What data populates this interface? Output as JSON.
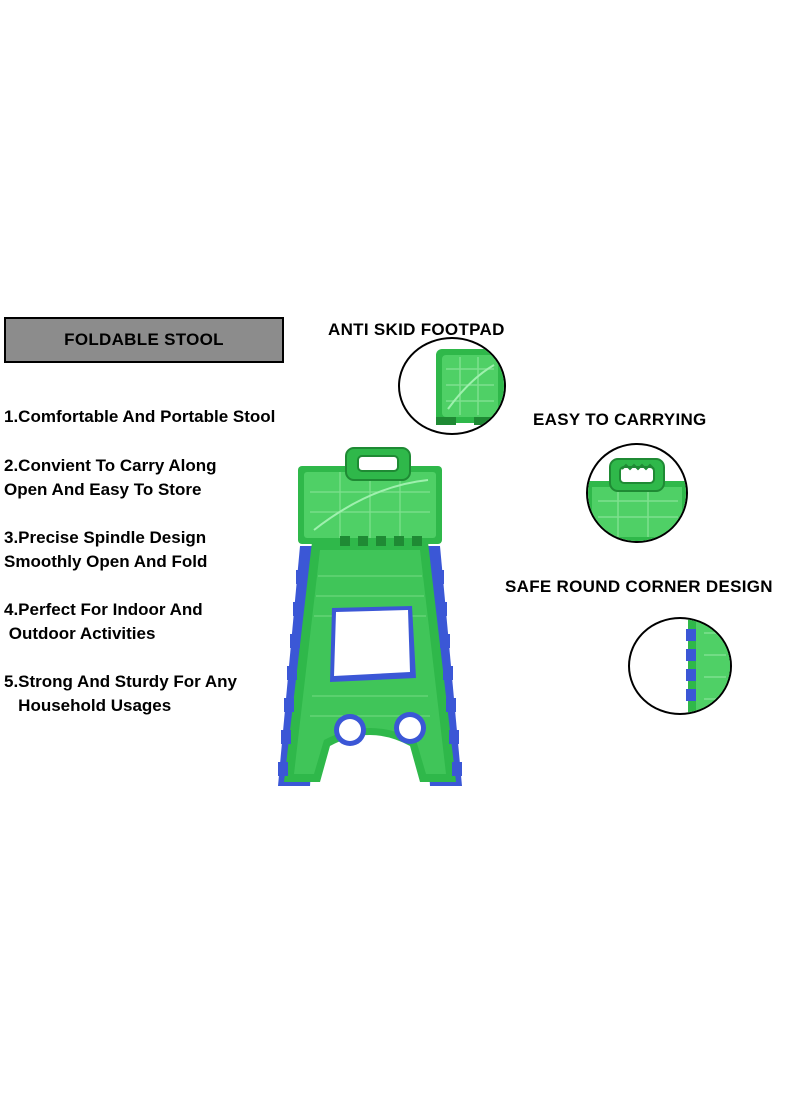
{
  "title": "FOLDABLE STOOL",
  "features": [
    {
      "line1": "1.Comfortable And Portable Stool",
      "line2": ""
    },
    {
      "line1": "2.Convient To Carry Along",
      "line2": "Open And Easy To Store"
    },
    {
      "line1": "3.Precise Spindle Design",
      "line2": "Smoothly Open And Fold"
    },
    {
      "line1": "4.Perfect For Indoor And",
      "line2": " Outdoor Activities"
    },
    {
      "line1": "5.Strong And Sturdy For Any",
      "line2": "   Household Usages"
    }
  ],
  "callouts": {
    "footpad": "ANTI SKID FOOTPAD",
    "carrying": "EASY TO CARRYING",
    "corner": "SAFE ROUND CORNER DESIGN"
  },
  "colors": {
    "green": "#2fb84a",
    "green_light": "#4fd066",
    "blue": "#3b57d6",
    "box": "#8c8c8c"
  },
  "icons": [
    "foldable-stool-image",
    "footpad-closeup-image",
    "handle-closeup-image",
    "corner-closeup-image"
  ]
}
